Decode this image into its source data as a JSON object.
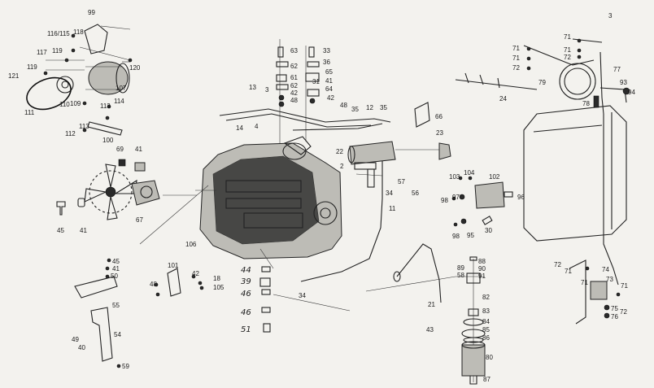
{
  "sheet": {
    "corner_mark": "3"
  },
  "callouts": [
    {
      "id": "c116",
      "text": "116/115"
    },
    {
      "id": "c118",
      "text": "118"
    },
    {
      "id": "c99",
      "text": "99"
    },
    {
      "id": "c117",
      "text": "117"
    },
    {
      "id": "c119a",
      "text": "119"
    },
    {
      "id": "c119b",
      "text": "119"
    },
    {
      "id": "c120",
      "text": "120"
    },
    {
      "id": "c121",
      "text": "121"
    },
    {
      "id": "c107",
      "text": "107"
    },
    {
      "id": "c110",
      "text": "110"
    },
    {
      "id": "c109",
      "text": "109"
    },
    {
      "id": "c111",
      "text": "111"
    },
    {
      "id": "c113a",
      "text": "113"
    },
    {
      "id": "c114",
      "text": "114"
    },
    {
      "id": "c112",
      "text": "112"
    },
    {
      "id": "c113b",
      "text": "113"
    },
    {
      "id": "c100",
      "text": "100"
    },
    {
      "id": "c69",
      "text": "69"
    },
    {
      "id": "c41a",
      "text": "41"
    },
    {
      "id": "c45a",
      "text": "45"
    },
    {
      "id": "c41b",
      "text": "41"
    },
    {
      "id": "c67",
      "text": "67"
    },
    {
      "id": "c106",
      "text": "106"
    },
    {
      "id": "c45b",
      "text": "45"
    },
    {
      "id": "c41c",
      "text": "41"
    },
    {
      "id": "c50",
      "text": "50"
    },
    {
      "id": "c55",
      "text": "55"
    },
    {
      "id": "c54",
      "text": "54"
    },
    {
      "id": "c49",
      "text": "49"
    },
    {
      "id": "c40",
      "text": "40"
    },
    {
      "id": "c59",
      "text": "59"
    },
    {
      "id": "c101",
      "text": "101"
    },
    {
      "id": "c42a",
      "text": "42"
    },
    {
      "id": "c48a",
      "text": "48"
    },
    {
      "id": "c18",
      "text": "18"
    },
    {
      "id": "c105",
      "text": "105"
    },
    {
      "id": "c44",
      "text": "44"
    },
    {
      "id": "c39",
      "text": "39"
    },
    {
      "id": "c46a",
      "text": "46"
    },
    {
      "id": "c46b",
      "text": "46"
    },
    {
      "id": "c51",
      "text": "51"
    },
    {
      "id": "c34b",
      "text": "34"
    },
    {
      "id": "c63",
      "text": "63"
    },
    {
      "id": "c33",
      "text": "33"
    },
    {
      "id": "c62a",
      "text": "62"
    },
    {
      "id": "c36",
      "text": "36"
    },
    {
      "id": "c61",
      "text": "61"
    },
    {
      "id": "c65",
      "text": "65"
    },
    {
      "id": "c62b",
      "text": "62"
    },
    {
      "id": "c31",
      "text": "31"
    },
    {
      "id": "c42b",
      "text": "42"
    },
    {
      "id": "c41d",
      "text": "41"
    },
    {
      "id": "c48b",
      "text": "48"
    },
    {
      "id": "c64",
      "text": "64"
    },
    {
      "id": "c42c",
      "text": "42"
    },
    {
      "id": "c48c",
      "text": "48"
    },
    {
      "id": "c13",
      "text": "13"
    },
    {
      "id": "c3",
      "text": "3"
    },
    {
      "id": "c14",
      "text": "14"
    },
    {
      "id": "c4",
      "text": "4"
    },
    {
      "id": "c35a",
      "text": "35"
    },
    {
      "id": "c12",
      "text": "12"
    },
    {
      "id": "c35b",
      "text": "35"
    },
    {
      "id": "c66",
      "text": "66"
    },
    {
      "id": "c23",
      "text": "23"
    },
    {
      "id": "c22",
      "text": "22"
    },
    {
      "id": "c2",
      "text": "2"
    },
    {
      "id": "c57",
      "text": "57"
    },
    {
      "id": "c56",
      "text": "56"
    },
    {
      "id": "c34a",
      "text": "34"
    },
    {
      "id": "c11",
      "text": "11"
    },
    {
      "id": "c103",
      "text": "103"
    },
    {
      "id": "c104",
      "text": "104"
    },
    {
      "id": "c102",
      "text": "102"
    },
    {
      "id": "c98a",
      "text": "98"
    },
    {
      "id": "c97",
      "text": "97"
    },
    {
      "id": "c96",
      "text": "96"
    },
    {
      "id": "c98b",
      "text": "98"
    },
    {
      "id": "c95",
      "text": "95"
    },
    {
      "id": "c30",
      "text": "30"
    },
    {
      "id": "c24",
      "text": "24"
    },
    {
      "id": "c79",
      "text": "79"
    },
    {
      "id": "c21",
      "text": "21"
    },
    {
      "id": "c43",
      "text": "43"
    },
    {
      "id": "c88",
      "text": "88"
    },
    {
      "id": "c89",
      "text": "89"
    },
    {
      "id": "c90",
      "text": "90"
    },
    {
      "id": "c58",
      "text": "58"
    },
    {
      "id": "c91",
      "text": "91"
    },
    {
      "id": "c82",
      "text": "82"
    },
    {
      "id": "c83",
      "text": "83"
    },
    {
      "id": "c84",
      "text": "84"
    },
    {
      "id": "c85",
      "text": "85"
    },
    {
      "id": "c86",
      "text": "86"
    },
    {
      "id": "c80",
      "text": "80"
    },
    {
      "id": "c87",
      "text": "87"
    },
    {
      "id": "c71a",
      "text": "71"
    },
    {
      "id": "c71b",
      "text": "71"
    },
    {
      "id": "c72a",
      "text": "72"
    },
    {
      "id": "c71c",
      "text": "71"
    },
    {
      "id": "c71d",
      "text": "71"
    },
    {
      "id": "c72b",
      "text": "72"
    },
    {
      "id": "c77",
      "text": "77"
    },
    {
      "id": "c93",
      "text": "93"
    },
    {
      "id": "c94",
      "text": "94"
    },
    {
      "id": "c78",
      "text": "78"
    },
    {
      "id": "c72c",
      "text": "72"
    },
    {
      "id": "c71e",
      "text": "71"
    },
    {
      "id": "c74",
      "text": "74"
    },
    {
      "id": "c71f",
      "text": "71"
    },
    {
      "id": "c73",
      "text": "73"
    },
    {
      "id": "c71g",
      "text": "71"
    },
    {
      "id": "c75",
      "text": "75"
    },
    {
      "id": "c76",
      "text": "76"
    },
    {
      "id": "c72d",
      "text": "72"
    }
  ]
}
